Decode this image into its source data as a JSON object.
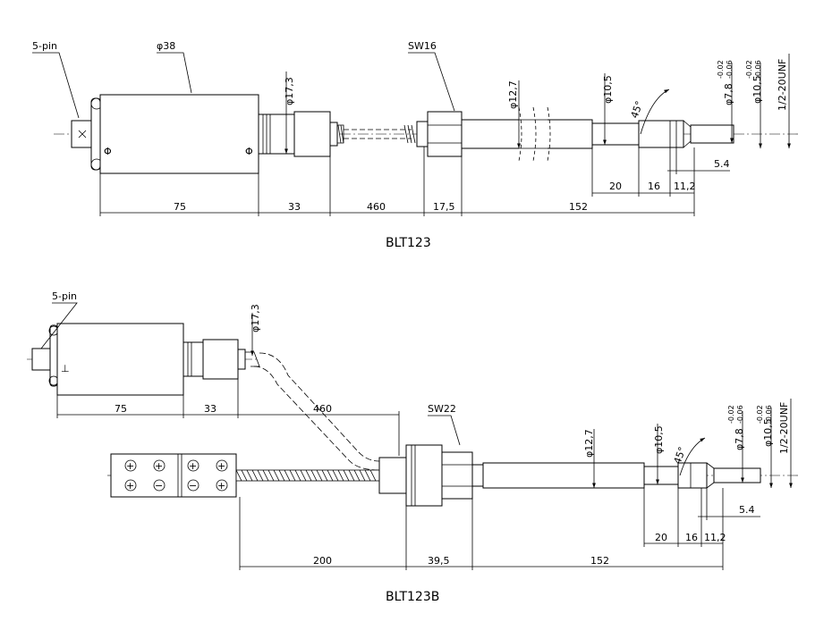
{
  "blt123": {
    "caption": "BLT123",
    "labels": {
      "connector": "5-pin",
      "body_dia": "φ38",
      "neck_dia": "φ17,3",
      "wrench": "SW16",
      "probe_dia": "φ12,7",
      "shaft_dia": "φ10,5",
      "angle": "45°",
      "tip_dia": "φ7,8",
      "tip_dia_tol_upper": "-0.02",
      "tip_dia_tol_lower": "-0.06",
      "thread_dia": "φ10,5",
      "thread_dia_tol_upper": "-0.02",
      "thread_dia_tol_lower": "-0.06",
      "thread": "1/2-20UNF"
    },
    "dims": {
      "d75": "75",
      "d33": "33",
      "d460": "460",
      "d17_5": "17,5",
      "d152": "152",
      "d20": "20",
      "d16": "16",
      "d11_2": "11,2",
      "d5_4": "5.4"
    }
  },
  "blt123b": {
    "caption": "BLT123B",
    "labels": {
      "connector": "5-pin",
      "neck_dia": "φ17,3",
      "wrench": "SW22",
      "probe_dia": "φ12,7",
      "shaft_dia": "φ10,5",
      "angle": "45°",
      "tip_dia": "φ7,8",
      "tip_dia_tol_upper": "-0.02",
      "tip_dia_tol_lower": "-0.06",
      "thread_dia": "φ10,5",
      "thread_dia_tol_upper": "-0.02",
      "thread_dia_tol_lower": "-0.06",
      "thread": "1/2-20UNF"
    },
    "dims": {
      "d75": "75",
      "d33": "33",
      "d460": "460",
      "d200": "200",
      "d39_5": "39,5",
      "d152": "152",
      "d20": "20",
      "d16": "16",
      "d11_2": "11,2",
      "d5_4": "5.4"
    }
  }
}
